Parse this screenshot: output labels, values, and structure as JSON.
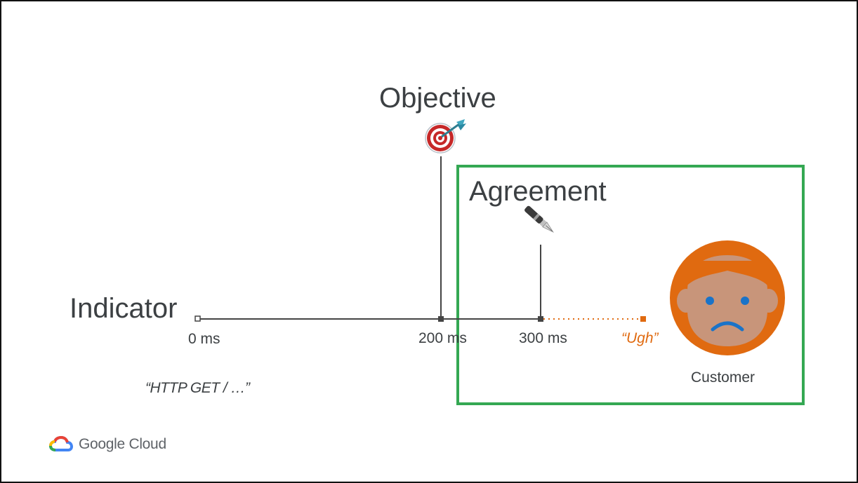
{
  "titles": {
    "objective": "Objective",
    "agreement": "Agreement",
    "indicator": "Indicator"
  },
  "timeline": {
    "ticks": [
      "0 ms",
      "200 ms",
      "300 ms"
    ],
    "overflow_label": "“Ugh”",
    "request_label": "“HTTP GET / …”"
  },
  "customer": {
    "label": "Customer",
    "mood": "unhappy"
  },
  "icons": {
    "objective": "dart-target-icon",
    "agreement": "fountain-pen-icon",
    "customer": "sad-face-icon",
    "brand": "google-cloud-logo"
  },
  "brand": {
    "name": "Google Cloud"
  },
  "colors": {
    "text": "#3c4043",
    "timeline": "#444444",
    "overflow": "#e06a10",
    "agreement_box": "#34a853",
    "face_hair": "#e06a10",
    "face_skin": "#c8957a",
    "face_features": "#1a73c8"
  }
}
